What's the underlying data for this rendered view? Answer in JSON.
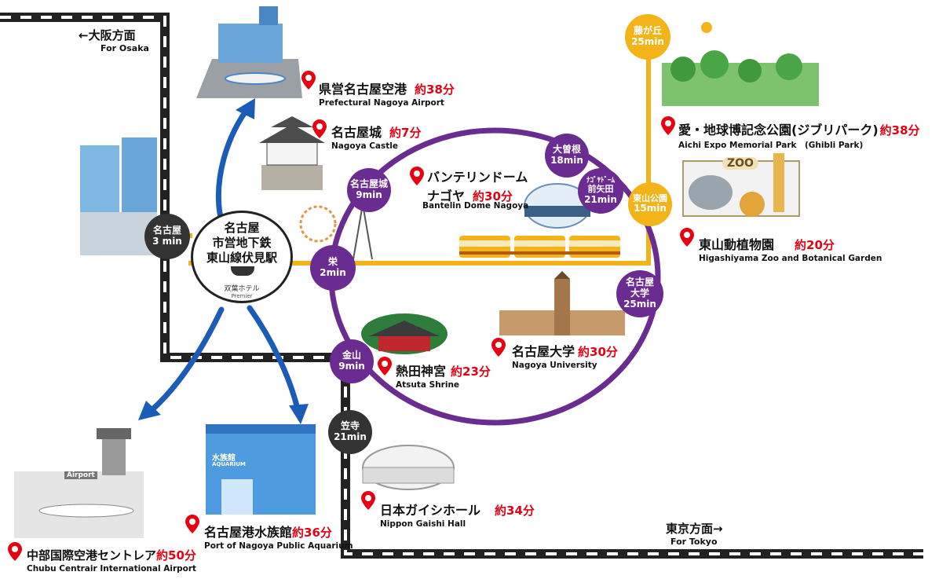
{
  "directions": {
    "osaka_ja": "←大阪方面",
    "osaka_en": "For Osaka",
    "tokyo_ja": "東京方面→",
    "tokyo_en": "For Tokyo"
  },
  "hotel": {
    "line1": "名古屋",
    "line2": "市営地下鉄",
    "line3": "東山線伏見駅",
    "logo": "双葉ホテル",
    "logo_en": "Premier"
  },
  "stations": {
    "nagoya": {
      "name": "名古屋",
      "time": "3 min"
    },
    "sakae": {
      "name": "栄",
      "time": "2min"
    },
    "nagoyajo": {
      "name": "名古屋城",
      "time": "9min"
    },
    "ozone": {
      "name": "大曽根",
      "time": "18min"
    },
    "domemae": {
      "name": "ﾅｺﾞﾔﾄﾞｰﾑ",
      "name2": "前矢田",
      "time": "21min"
    },
    "nagoya_daigaku": {
      "name": "名古屋",
      "name2": "大学",
      "time": "25min"
    },
    "kanayama": {
      "name": "金山",
      "time": "9min"
    },
    "kasadera": {
      "name": "笠寺",
      "time": "21min"
    },
    "higashiyama_koen": {
      "name": "東山公園",
      "time": "15min"
    },
    "fujigaoka": {
      "name": "藤が丘",
      "time": "25min"
    }
  },
  "places": {
    "airport": {
      "ja": "県営名古屋空港",
      "time": "約38分",
      "en": "Prefectural Nagoya Airport"
    },
    "castle": {
      "ja": "名古屋城",
      "time": "約7分",
      "en": "Nagoya Castle"
    },
    "dome": {
      "ja1": "バンテリンドーム",
      "ja2": "ナゴヤ",
      "time": "約30分",
      "en": "Bantelin Dome Nagoya"
    },
    "expo": {
      "ja": "愛・地球博記念公園(ジブリパーク)",
      "time": "約38分",
      "en": "Aichi Expo Memorial Park　(Ghibli Park)"
    },
    "zoo": {
      "ja": "東山動植物園",
      "time": "約20分",
      "en": "Higashiyama Zoo and Botanical Garden"
    },
    "university": {
      "ja": "名古屋大学",
      "time": "約30分",
      "en": "Nagoya University"
    },
    "atsuta": {
      "ja": "熱田神宮",
      "time": "約23分",
      "en": "Atsuta Shrine"
    },
    "gaishi": {
      "ja": "日本ガイシホール",
      "time": "約34分",
      "en": "Nippon Gaishi Hall"
    },
    "aquarium": {
      "ja": "名古屋港水族館",
      "time": "約36分",
      "en": "Port of Nagoya Public Aquarium"
    },
    "centrair": {
      "ja": "中部国際空港セントレア",
      "time": "約50分",
      "en": "Chubu Centrair International Airport"
    }
  },
  "illustration_labels": {
    "airport_sign": "Airport",
    "aquarium_sign": "水族館",
    "aquarium_sign_en": "AQUARIUM",
    "zoo_sign": "ZOO"
  },
  "colors": {
    "meijo_line": "#6a2c91",
    "higashiyama_line": "#f2b418",
    "rail": "#222222",
    "access_arrow": "#1a5cb8",
    "pin": "#e60012",
    "time_text": "#e60012"
  }
}
